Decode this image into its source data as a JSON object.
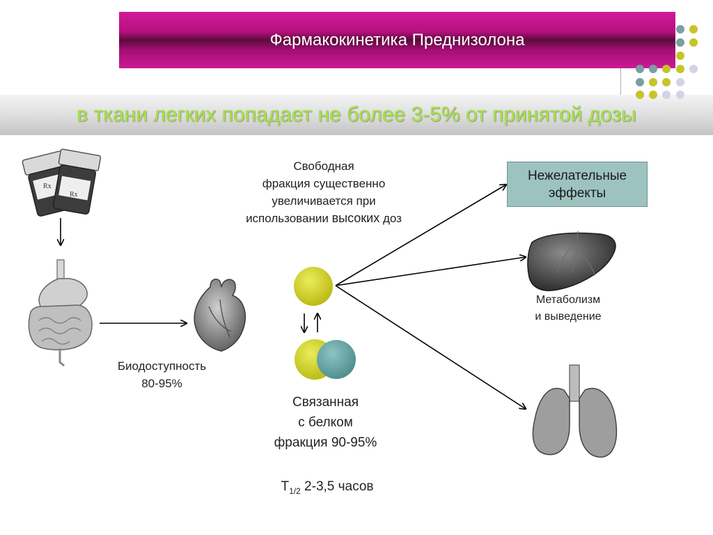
{
  "title": "Фармакокинетика Преднизолона",
  "subtitle": "в ткани легких попадает не более 3-5% от принятой дозы",
  "free_fraction": {
    "lines": [
      "Свободная",
      "фракция существенно",
      "увеличивается при"
    ],
    "line4_a": "использовании ",
    "line4_b": "высоких",
    "line4_c": " доз"
  },
  "bioavailability": {
    "line1": "Биодоступность",
    "line2": "80-95%"
  },
  "bound_fraction": {
    "line1": "Связанная",
    "line2": "с белком",
    "line3": "фракция 90-95%"
  },
  "half_life": {
    "t": "T",
    "sub": "1/2",
    "value": " 2-3,5 часов"
  },
  "effects_box": {
    "line1": "Нежелательные",
    "line2": "эффекты"
  },
  "metabolism": {
    "line1": "Метаболизм",
    "line2": "и выведение"
  },
  "pill_labels": {
    "rx1": "Rx",
    "rx2": "Rx"
  },
  "colors": {
    "title_bar": "#b8107f",
    "subtitle_text": "#a8e04a",
    "yellow_circle": "#d0d020",
    "teal_circle": "#5fa1a0",
    "effects_box": "#9dc3c1",
    "dot_teal": "#7b9ea1",
    "dot_olive": "#c5c42a",
    "dot_lavender": "#d3d3e8"
  },
  "icons": [
    "pill-bottles-icon",
    "stomach-intestines-icon",
    "heart-icon",
    "liver-icon",
    "lungs-icon"
  ]
}
